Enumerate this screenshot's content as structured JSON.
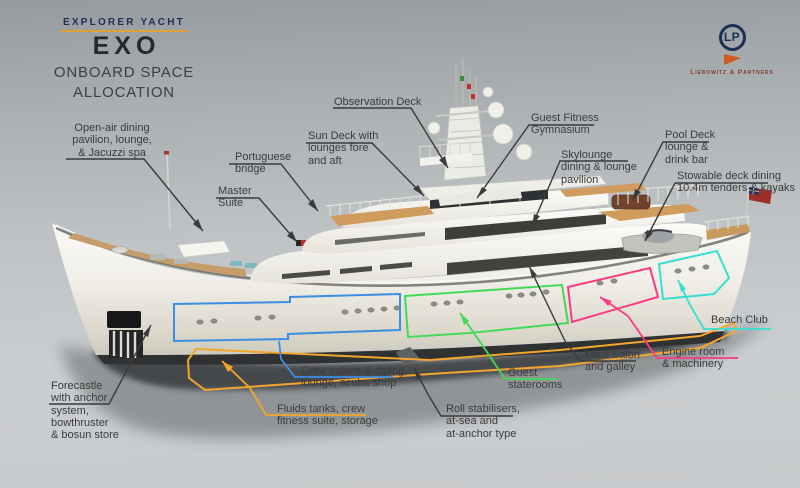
{
  "header": {
    "series": "EXPLORER YACHT",
    "wordmark": "EXO",
    "title": "ONBOARD SPACE\nALLOCATION"
  },
  "brand": {
    "initials": "LP",
    "name": "Liebowitz & Partners"
  },
  "colors": {
    "dark": "#3b3b3d",
    "blue": "#3d8ee2",
    "orange": "#f4a52d",
    "green": "#43da58",
    "pink": "#fb3a84",
    "cyan": "#35dfd2",
    "navy": "#1c3055",
    "gold": "#dfa03c",
    "maroon": "#8a3c2e",
    "flag_red": "#9c2f28"
  },
  "labels": {
    "observation_deck": "Observation Deck",
    "sun_deck": "Sun Deck with\nlounges fore\nand aft",
    "guest_fitness": "Guest Fitness\nGymnasium",
    "skylounge": "Skylounge\ndining & lounge\npavilion",
    "pool_deck": "Pool Deck\nlounge &\ndrink bar",
    "stowable": "Stowable deck dining\n10.4m tenders & kayaks",
    "open_air": "Open-air dining\npavilion, lounge,\n& Jacuzzi spa",
    "portuguese": "Portuguese\nbridge",
    "master": "Master\nSuite",
    "beach_club": "Beach Club",
    "forecastle": "Forecastle\nwith anchor\nsystem,\nbowthruster\n& bosun store",
    "fluids": "Fluids tanks, crew\nfitness suite, storage",
    "crew_cabins": "Crew cabins & dining,\nlounge, scuba shop",
    "roll_stabilisers": "Roll stabilisers,\nat-sea and\nat-anchor type",
    "guest_staterooms": "Guest\nstaterooms",
    "main_salon": "Main Salon\nand galley",
    "engine_room": "Engine room\n& machinery"
  }
}
